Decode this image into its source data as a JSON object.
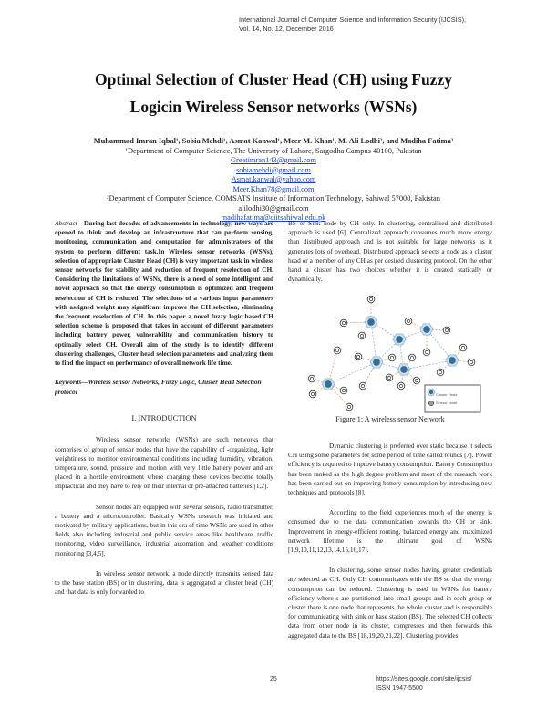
{
  "header": {
    "journal": "International Journal of Computer Science and Information Security (IJCSIS),",
    "volume": "Vol. 14, No. 12, December 2016"
  },
  "title": {
    "line1": "Optimal Selection of Cluster Head (CH) using Fuzzy",
    "line2": "Logicin Wireless Sensor networks (WSNs)"
  },
  "authors": {
    "names": "Muhammad Imran Iqbal¹, Sobia Mehdi¹, Asmat Kanwal¹, Meer M. Khan¹, M. Ali Lodhi², and Madiha Fatima²",
    "affil1": "¹Department of Computer Science, The University of Lahore, Sargodha Campus 40100, Pakistan",
    "emails1": [
      "Greatimran143@gmail.com",
      "sobiamehdi@gmail.com",
      "Asmat.kanwal@yahoo.com",
      "Meer.Khan78@gmail.com"
    ],
    "affil2": "²Department of Computer Science, COMSATS Institute of Information Technology, Sahiwal 57000, Pakistan",
    "email_plain": "alilodhi30@gmail.com",
    "email_link": "madihafatima@ciitsahiwal.edu.pk"
  },
  "abstract": {
    "label": "Abstract",
    "text": "—During last decades of advancements in technology, new ways are opened to think and develop an infrastructure that can perform sensing, monitoring, communication and computation for administrators of the system to perform different task.In Wireless sensor networks (WSNs), selection of appropriate Cluster Head (CH) is very important task in wireless sensor networks for stability and reduction of frequent reselection of CH. Considering the limitations of WSNs, there is a need of some intelligent and novel approach so that the energy consumption is optimized and frequent reselection of CH is reduced. The selections of a various input parameters with assigned weight may significant improve the CH selection, eliminating the frequent reselection of CH. In this paper a novel fuzzy logic based CH selection scheme is proposed that takes in account of different parameters including battery power, vulnerability and communication history to optimally select CH. Overall aim of the study is to identify different clustering challenges, Cluster head selection parameters and analyzing them to find the impact on performance of overall network life time."
  },
  "keywords": "Keywords—Wireless sensor Networks, Fuzzy Logic, Cluster Head Selection protocol",
  "section1": "I.    INTRODUCTION",
  "left_paragraphs": [
    "Wireless sensor networks (WSNs) are such networks that comprises of group of sensor nodes that have the capability of -organizing, light weightiness to monitor environmental conditions including humidity, vibration, temperature, sound, pressure and motion with very little battery power and are placed in a hostile environment where charging these devices become totally impractical and they have to rely on their internal or pre-attached batteries [1,2].",
    "Sensor nodes are equipped with several sensors, radio transmitter, a battery and a microcontroller. Basically WSNs research was initiated and motivated by military applications, but in this era of time WSNs are used in other fields also including industrial and public service areas like healthcare, traffic monitoring, video surveillance, industrial automation and weather conditions monitoring [3,4,5].",
    "In wireless sensor network, a node directly transmits sensed data to the base station (BS) or in clustering, data is aggregated at cluster head (CH) and that data is only forwarded to"
  ],
  "right_top": "BS or Sink node by CH only. In clustering, centralized and distributed approach is used [6]. Centralized approach consumes much more energy than distributed approach and is not suitable for large networks as it generates lots of overhead. Distributed approach selects a node as a cluster head or a member of any CH as per desired clustering protocol. On the other hand a cluster has two choices whether it is created statically or dynamically.",
  "figure": {
    "caption": "Figure 1: A wireless sensor Network",
    "legend_ch": "Cluster Head",
    "legend_sn": "Sensor Node",
    "colors": {
      "cluster_head": "#2f6f9a",
      "ch_link": "#8fb3cc",
      "sensor_link": "#e8a25a",
      "sensor": "#444444"
    }
  },
  "right_paragraphs": [
    "Dynamic clustering is preferred over static because it selects CH using some parameters for some period of time called rounds [7]. Power efficiency is required to improve battery consumption. Battery Consumption has been ranked as the high degree problem and most of the research work has been carried out on improving battery consumption by introducing new techniques and protocols [8].",
    "According to the field experiences much of the energy is consumed due to the data communication towards the CH or sink. Improvement in energy-efficient routing, balanced energy and maximized network lifetime is the ultimate goal of WSNs [1,9,10,11,12,13,14,15,16,17].",
    "In clustering, some sensor nodes having greater credentials are selected as CH. Only CH communicates with the BS so that the energy consumption can be reduced. Clustering is used in WSNs for battery efficiency where s are partitioned into small groups and in each group or cluster there is one node that represents the whole cluster and is responsible for communicating with sink or base station (BS). The selected CH collects data from other node in its cluster, compresses and then forwards this aggregated data to the BS [18,19,20,21,22]. Clustering provides"
  ],
  "footer": {
    "page": "25",
    "url": "https://sites.google.com/site/ijcsis/",
    "issn": "ISSN 1947-5500"
  }
}
